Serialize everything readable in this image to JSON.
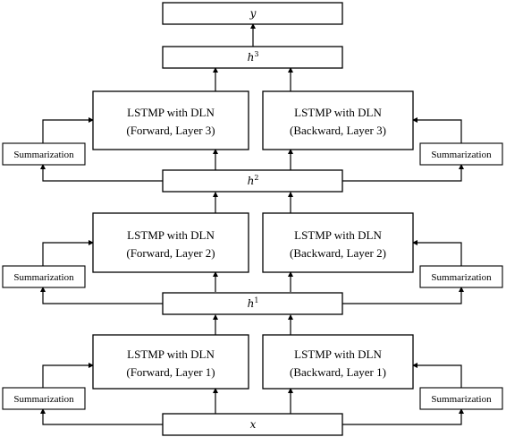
{
  "nodes": {
    "y": {
      "label": "y"
    },
    "h3": {
      "label": "h",
      "sup": "3"
    },
    "h2": {
      "label": "h",
      "sup": "2"
    },
    "h1": {
      "label": "h",
      "sup": "1"
    },
    "x": {
      "label": "x"
    }
  },
  "lstmp": {
    "title": "LSTMP with DLN",
    "forward_3": "(Forward, Layer 3)",
    "backward_3": "(Backward, Layer 3)",
    "forward_2": "(Forward, Layer 2)",
    "backward_2": "(Backward, Layer 2)",
    "forward_1": "(Forward, Layer 1)",
    "backward_1": "(Backward, Layer 1)"
  },
  "summarization": {
    "label": "Summarization"
  }
}
